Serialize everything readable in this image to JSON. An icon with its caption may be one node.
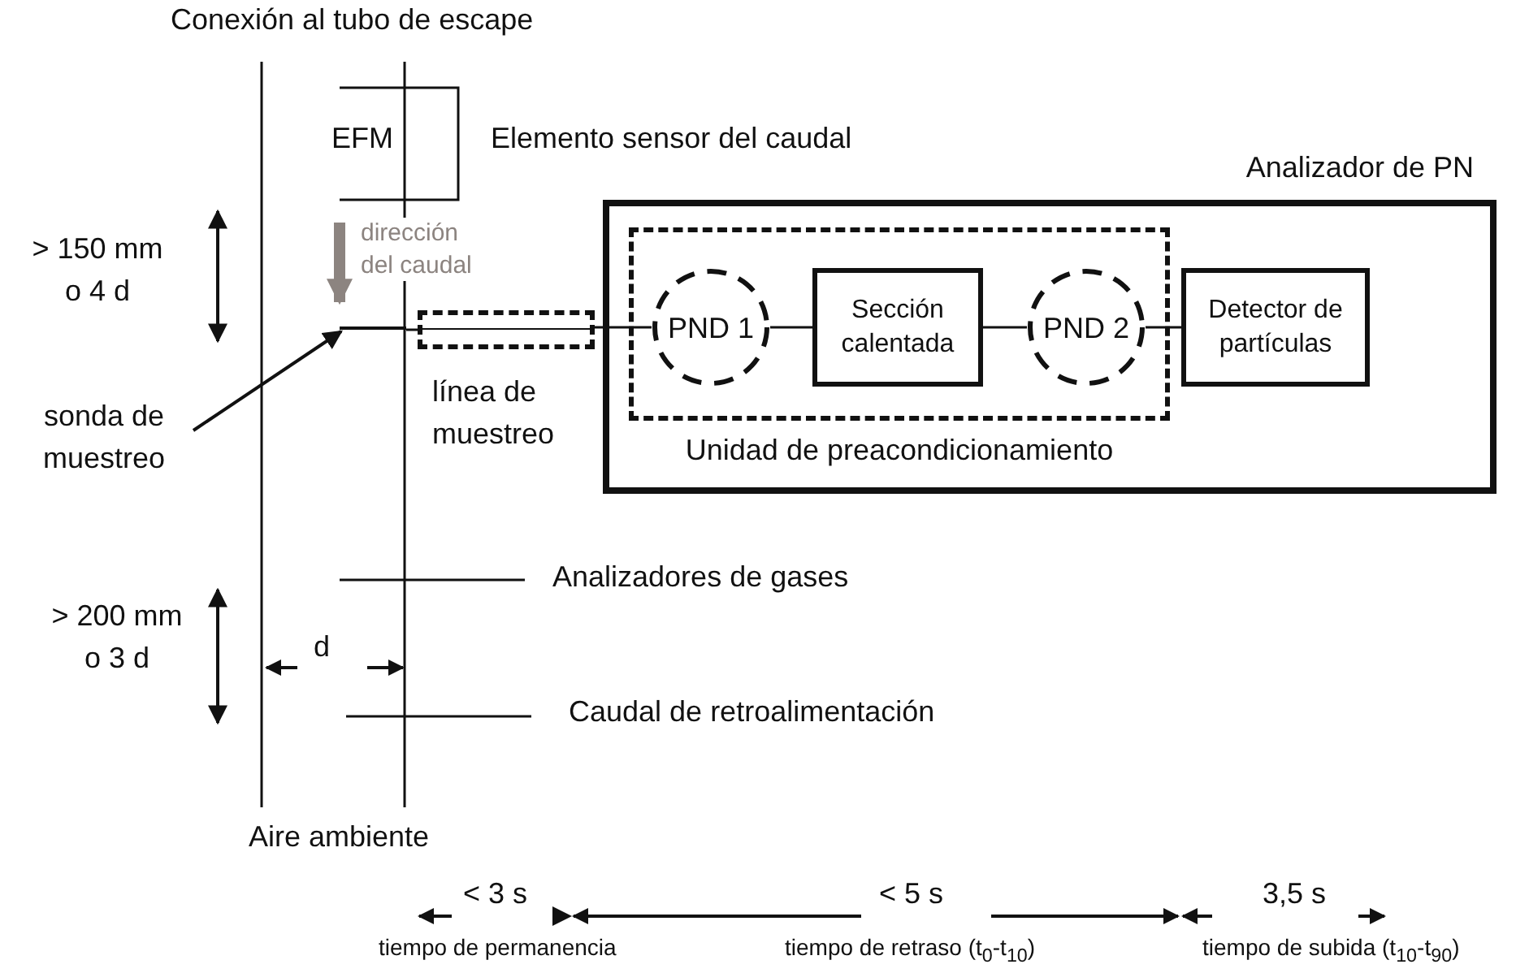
{
  "diagram": {
    "nodes": [
      {
        "text": [
          "EFM"
        ],
        "beside": [
          "Elemento sensor del caudal"
        ]
      },
      {
        "text": [
          "sonda de muestreo"
        ]
      },
      {
        "text": [],
        "shape": "bar"
      },
      {
        "text": [
          "línea de muestreo"
        ]
      },
      {
        "text": [
          "Analizador de PN"
        ]
      },
      {
        "text": [
          "Unidad de preacondicionamiento"
        ],
        "in": 4
      },
      {
        "text": [
          "PND 1"
        ],
        "in": 5
      },
      {
        "text": [
          "Sección calentada"
        ],
        "in": 5
      },
      {
        "text": [
          "PND 2"
        ],
        "in": 5
      },
      {
        "text": [
          "Detector de partículas"
        ],
        "in": 4
      }
    ],
    "edges": [
      {
        "from": 1,
        "to": 2,
        "arrow": "to"
      },
      {
        "from": 2,
        "to": 3,
        "arrow": "none"
      },
      {
        "from": 3,
        "to": 6,
        "arrow": "none"
      },
      {
        "from": 6,
        "to": 7,
        "arrow": "none"
      },
      {
        "from": 7,
        "to": 8,
        "arrow": "none"
      },
      {
        "from": 8,
        "to": 9,
        "arrow": "none"
      }
    ],
    "labels": [
      "Conexión al tubo de escape",
      "> 150 mm o 4 d",
      "dirección del caudal",
      "Analizadores de gases",
      "> 200 mm o 3 d",
      "d",
      "Caudal de retroalimentación",
      "Aire ambiente",
      "< 3 s",
      "< 5 s",
      "3,5 s",
      "tiempo de permanencia",
      "tiempo de retraso (t$_{0}$-t$_{10}$)",
      "tiempo de subida (t$_{10}$-t$_{90}$)"
    ]
  }
}
